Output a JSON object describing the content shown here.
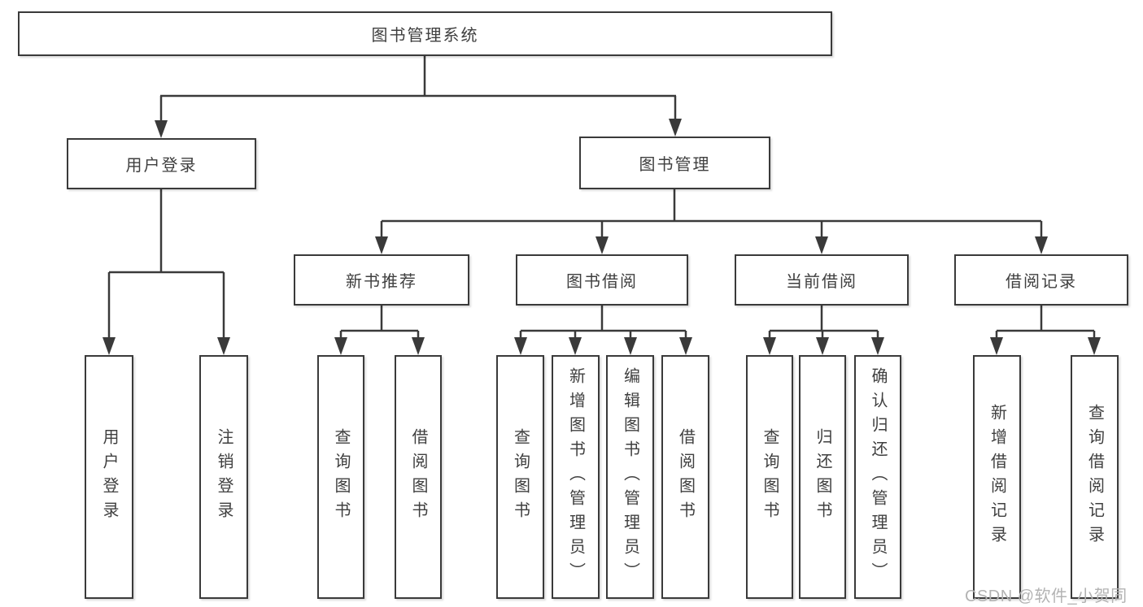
{
  "tree": {
    "label": "图书管理系统",
    "children": [
      {
        "label": "用户登录",
        "children": [
          {
            "label": "用户登录"
          },
          {
            "label": "注销登录"
          }
        ]
      },
      {
        "label": "图书管理",
        "children": [
          {
            "label": "新书推荐",
            "children": [
              {
                "label": "查询图书"
              },
              {
                "label": "借阅图书"
              }
            ]
          },
          {
            "label": "图书借阅",
            "children": [
              {
                "label": "查询图书"
              },
              {
                "label": "新增图书（管理员）"
              },
              {
                "label": "编辑图书（管理员）"
              },
              {
                "label": "借阅图书"
              }
            ]
          },
          {
            "label": "当前借阅",
            "children": [
              {
                "label": "查询图书"
              },
              {
                "label": "归还图书"
              },
              {
                "label": "确认归还（管理员）"
              }
            ]
          },
          {
            "label": "借阅记录",
            "children": [
              {
                "label": "新增借阅记录"
              },
              {
                "label": "查询借阅记录"
              }
            ]
          }
        ]
      }
    ]
  },
  "watermark": {
    "text": "CSDN @软件_小贺同学"
  },
  "colors": {
    "line": "#3a3a3a",
    "text": "#3f3f3f",
    "background": "#ffffff",
    "watermark": "#b3b3b3"
  }
}
